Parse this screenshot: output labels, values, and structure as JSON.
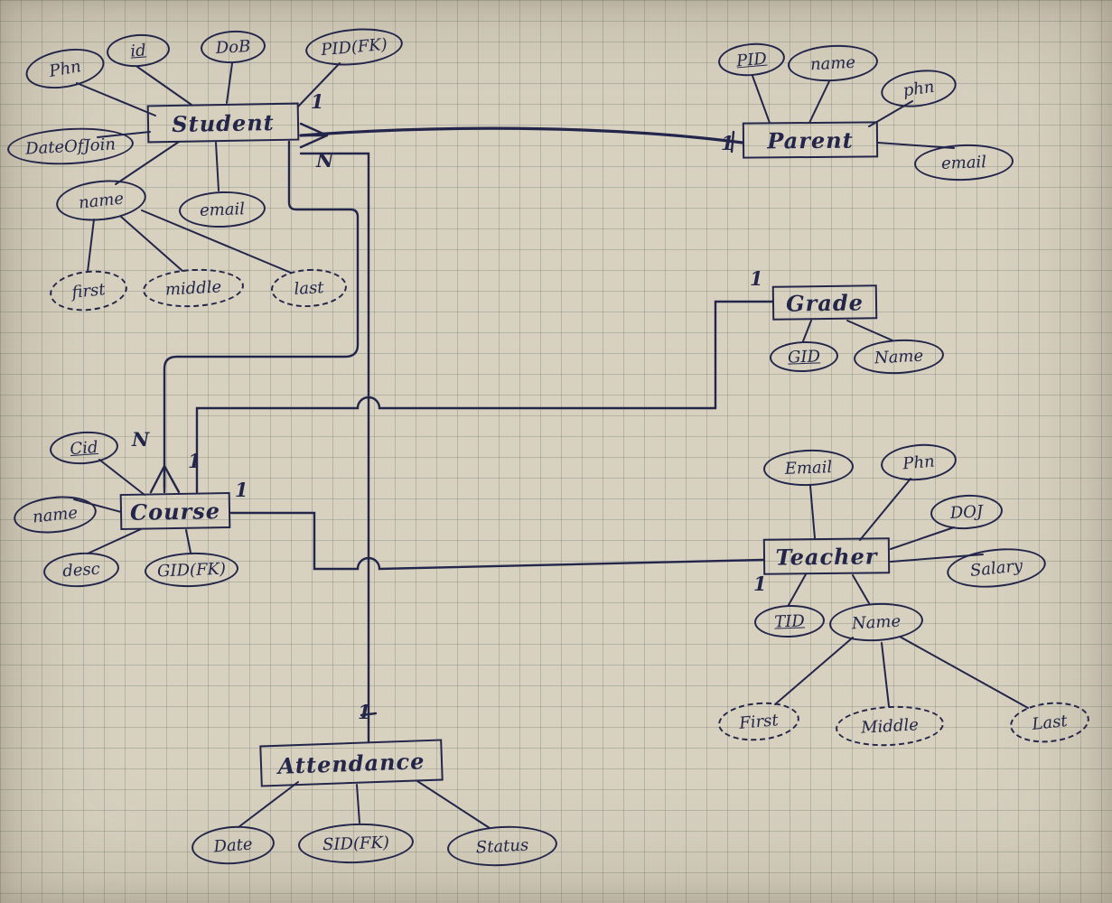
{
  "diagram_type": "hand-drawn entity-relationship diagram on graph paper",
  "ink_color": "#23264a",
  "paper_color": "#d8d1c0",
  "entities": {
    "student": {
      "label": "Student"
    },
    "parent": {
      "label": "Parent"
    },
    "grade": {
      "label": "Grade"
    },
    "course": {
      "label": "Course"
    },
    "teacher": {
      "label": "Teacher"
    },
    "attendance": {
      "label": "Attendance"
    }
  },
  "attributes": {
    "student": {
      "phn": {
        "label": "Phn"
      },
      "id": {
        "label": "id"
      },
      "dob": {
        "label": "DoB"
      },
      "pid_fk": {
        "label": "PID(FK)"
      },
      "date_of_join": {
        "label": "DateOfJoin"
      },
      "name": {
        "label": "name"
      },
      "email": {
        "label": "email"
      },
      "first": {
        "label": "first"
      },
      "middle": {
        "label": "middle"
      },
      "last": {
        "label": "last"
      }
    },
    "parent": {
      "pid": {
        "label": "PID"
      },
      "name": {
        "label": "name"
      },
      "phn": {
        "label": "phn"
      },
      "email": {
        "label": "email"
      }
    },
    "grade": {
      "gid": {
        "label": "GID"
      },
      "name": {
        "label": "Name"
      }
    },
    "course": {
      "cid": {
        "label": "Cid"
      },
      "name": {
        "label": "name"
      },
      "desc": {
        "label": "desc"
      },
      "gid_fk": {
        "label": "GID(FK)"
      }
    },
    "teacher": {
      "email": {
        "label": "Email"
      },
      "phn": {
        "label": "Phn"
      },
      "doj": {
        "label": "DOJ"
      },
      "salary": {
        "label": "Salary"
      },
      "tid": {
        "label": "TID"
      },
      "name": {
        "label": "Name"
      },
      "first": {
        "label": "First"
      },
      "middle": {
        "label": "Middle"
      },
      "last": {
        "label": "Last"
      }
    },
    "attendance": {
      "date": {
        "label": "Date"
      },
      "sid_fk": {
        "label": "SID(FK)"
      },
      "status": {
        "label": "Status"
      }
    }
  },
  "cardinalities": [
    {
      "label": "1"
    },
    {
      "label": "N"
    },
    {
      "label": "1"
    },
    {
      "label": "1"
    },
    {
      "label": "N"
    },
    {
      "label": "1"
    },
    {
      "label": "1"
    },
    {
      "label": "1"
    },
    {
      "label": "1"
    }
  ]
}
